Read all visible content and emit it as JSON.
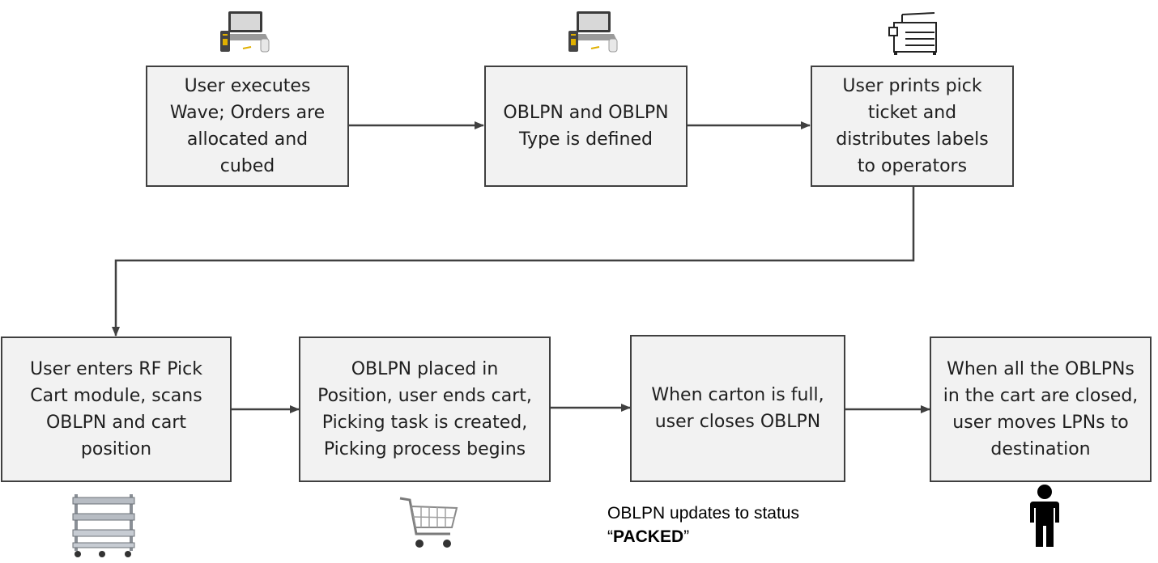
{
  "steps": {
    "execute_wave": "User executes\nWave; Orders are\nallocated and\ncubed",
    "oblpn_defined": "OBLPN and OBLPN\nType is defined",
    "print_ticket": "User prints pick\nticket and\ndistributes labels\nto operators",
    "rf_pick_cart": "User enters RF Pick\nCart module, scans\nOBLPN and cart\nposition",
    "oblpn_placed": "OBLPN placed in\nPosition, user ends cart,\nPicking task is created,\nPicking process begins",
    "carton_full": "When carton is full,\nuser closes OBLPN",
    "move_lpns": "When all the OBLPNs\nin the cart are closed,\nuser moves LPNs to\ndestination"
  },
  "status_note": {
    "text": "OBLPN updates to status",
    "open_quote": "“",
    "status": "PACKED",
    "close_quote": "”"
  },
  "icons": [
    "computer-workstation-icon",
    "computer-workstation-icon",
    "printer-icon",
    "pick-cart-icon",
    "shopping-cart-icon",
    "person-icon"
  ],
  "colors": {
    "box_fill": "#f2f2f2",
    "box_border": "#404040",
    "arrow": "#404040"
  }
}
